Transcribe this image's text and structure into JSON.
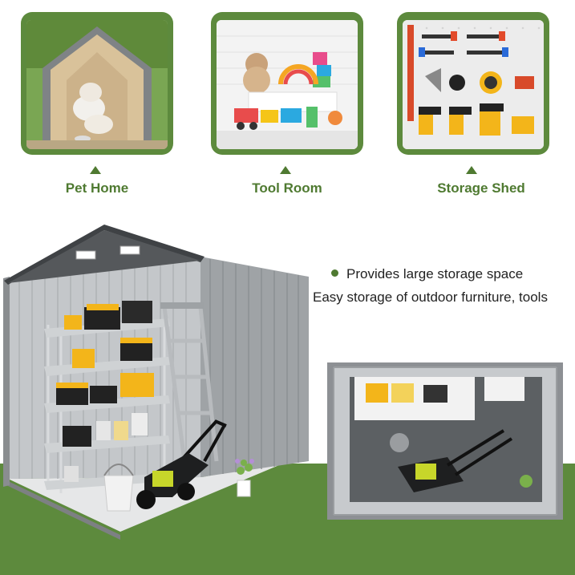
{
  "cards": [
    {
      "caption": "Pet Home",
      "icon": "dog-house-photo"
    },
    {
      "caption": "Tool Room",
      "icon": "toy-storage-photo"
    },
    {
      "caption": "Storage Shed",
      "icon": "tool-wall-photo"
    }
  ],
  "features": {
    "line1": "Provides large storage space",
    "line2": "Easy storage of outdoor furniture, tools"
  },
  "colors": {
    "brand_green": "#5d8a3d",
    "caption_green": "#4f7a31",
    "shed_gray": "#b8bcbf",
    "roof_dark": "#4a4d50"
  }
}
